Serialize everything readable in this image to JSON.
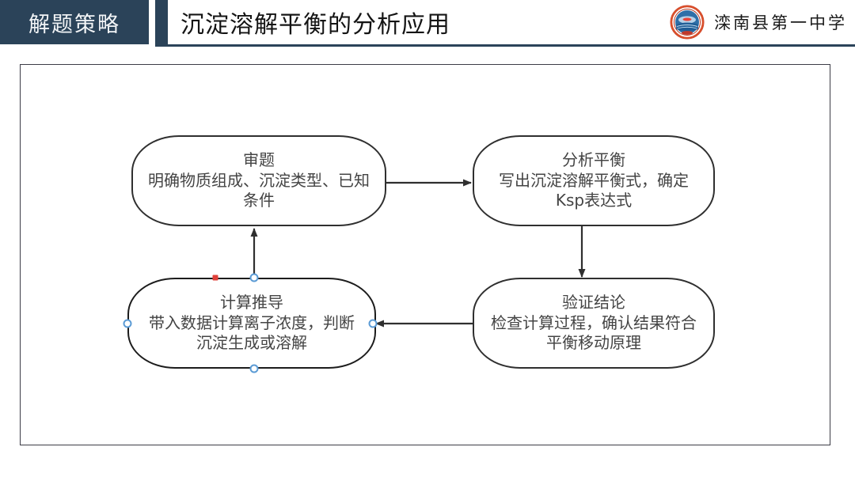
{
  "header": {
    "section_label": "解题策略",
    "title": "沉淀溶解平衡的分析应用",
    "school_name": "滦南县第一中学",
    "logo_icon": "school-emblem-icon",
    "colors": {
      "navy": "#2b4359",
      "title_text": "#141414"
    }
  },
  "flowchart": {
    "nodes": [
      {
        "id": "node-review",
        "title": "审题",
        "body": "明确物质组成、沉淀类型、已知条件",
        "selected": false
      },
      {
        "id": "node-analyze",
        "title": "分析平衡",
        "body": "写出沉淀溶解平衡式，确定Ksp表达式",
        "selected": false
      },
      {
        "id": "node-verify",
        "title": "验证结论",
        "body": "检查计算过程，确认结果符合平衡移动原理",
        "selected": false
      },
      {
        "id": "node-calculate",
        "title": "计算推导",
        "body": "带入数据计算离子浓度，判断沉淀生成或溶解",
        "selected": true
      }
    ],
    "connectors": [
      {
        "name": "arrow-review-to-analyze",
        "direction": "right"
      },
      {
        "name": "arrow-analyze-to-verify",
        "direction": "down"
      },
      {
        "name": "arrow-verify-to-calculate",
        "direction": "left"
      },
      {
        "name": "arrow-calculate-to-review",
        "direction": "up"
      }
    ],
    "selection": {
      "handle_color": "#5b9bd5",
      "adjust_handle_color": "#e0403a",
      "handles": [
        "top",
        "left",
        "right",
        "bottom",
        "adjust"
      ]
    }
  }
}
